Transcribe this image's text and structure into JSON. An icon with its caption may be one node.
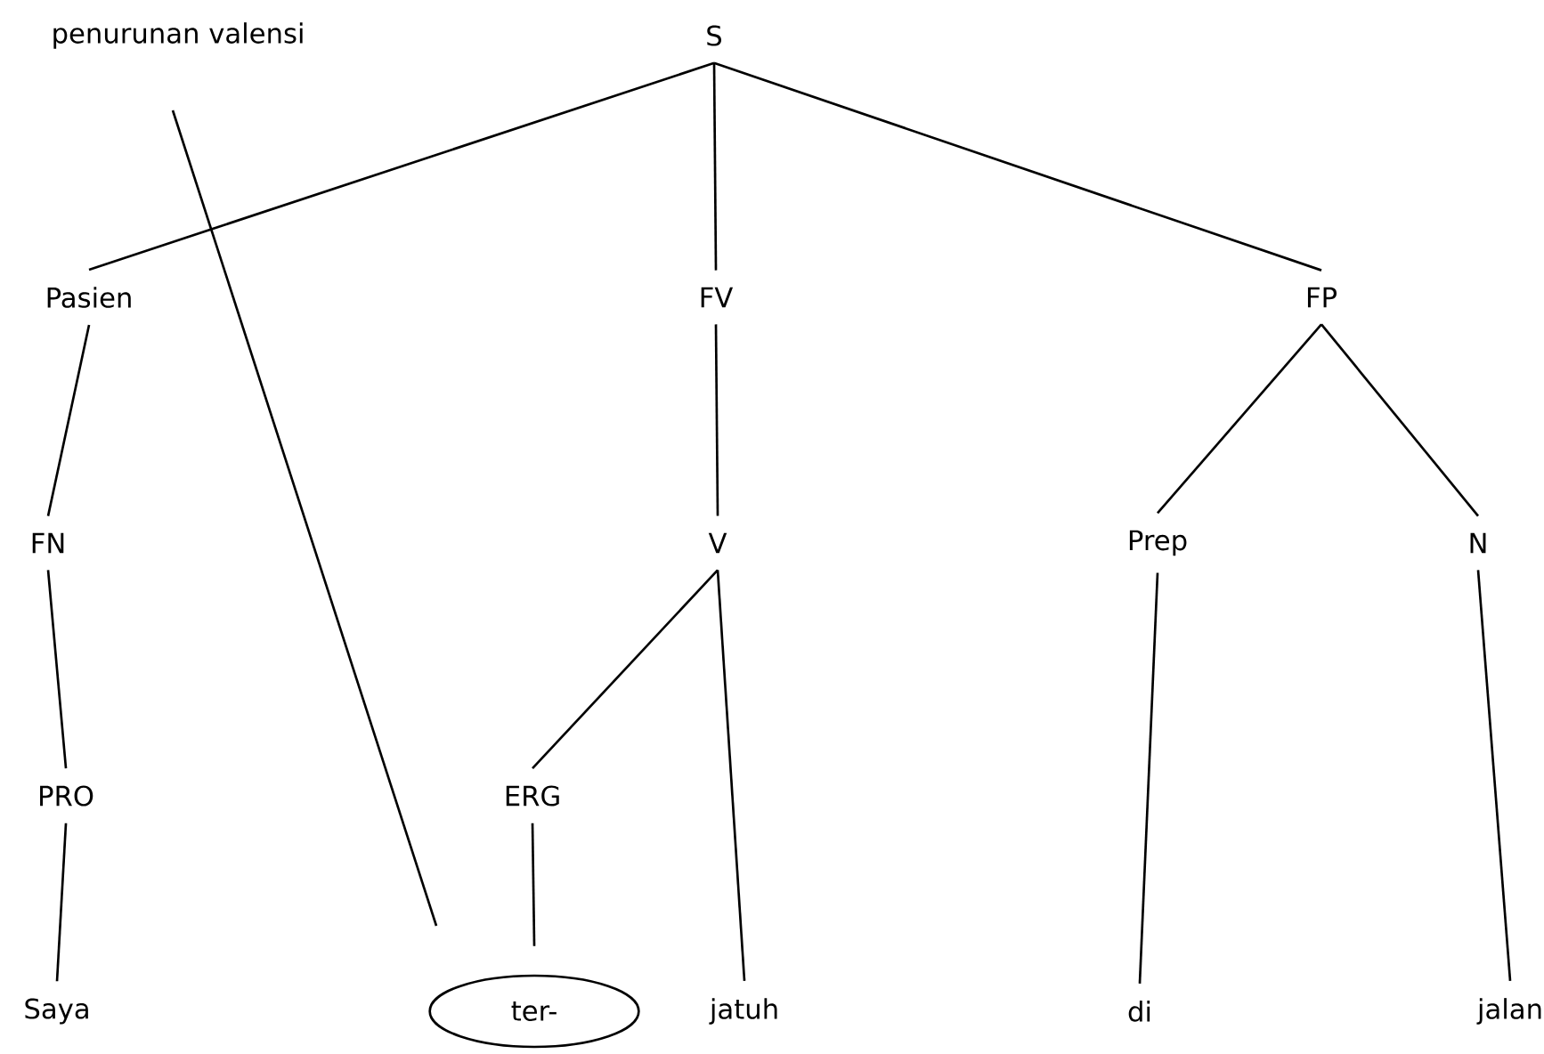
{
  "diagram": {
    "nodes": [
      {
        "text": [
          "penurunan valensi"
        ]
      },
      {
        "text": [
          "S"
        ]
      },
      {
        "text": [
          "Pasien"
        ]
      },
      {
        "text": [
          "FV"
        ]
      },
      {
        "text": [
          "FP"
        ]
      },
      {
        "text": [
          "FN"
        ]
      },
      {
        "text": [
          "V"
        ]
      },
      {
        "text": [
          "Prep"
        ]
      },
      {
        "text": [
          "N"
        ]
      },
      {
        "text": [
          "PRO"
        ]
      },
      {
        "text": [
          "ERG"
        ]
      },
      {
        "text": [
          "Saya"
        ]
      },
      {
        "text": [
          "ter-"
        ]
      },
      {
        "text": [
          "jatuh"
        ]
      },
      {
        "text": [
          "di"
        ]
      },
      {
        "text": [
          "jalan"
        ]
      }
    ],
    "edges": [
      {
        "from": 1,
        "to": 2,
        "arrow": "none"
      },
      {
        "from": 1,
        "to": 3,
        "arrow": "none"
      },
      {
        "from": 1,
        "to": 4,
        "arrow": "none"
      },
      {
        "from": 2,
        "to": 5,
        "arrow": "none"
      },
      {
        "from": 3,
        "to": 6,
        "arrow": "none"
      },
      {
        "from": 4,
        "to": 7,
        "arrow": "none"
      },
      {
        "from": 4,
        "to": 8,
        "arrow": "none"
      },
      {
        "from": 5,
        "to": 9,
        "arrow": "none"
      },
      {
        "from": 6,
        "to": 10,
        "arrow": "none"
      },
      {
        "from": 6,
        "to": 13,
        "arrow": "none"
      },
      {
        "from": 7,
        "to": 14,
        "arrow": "none"
      },
      {
        "from": 8,
        "to": 15,
        "arrow": "none"
      },
      {
        "from": 9,
        "to": 11,
        "arrow": "none"
      },
      {
        "from": 10,
        "to": 12,
        "arrow": "none"
      },
      {
        "from": 0,
        "to": 12,
        "arrow": "none"
      }
    ]
  }
}
